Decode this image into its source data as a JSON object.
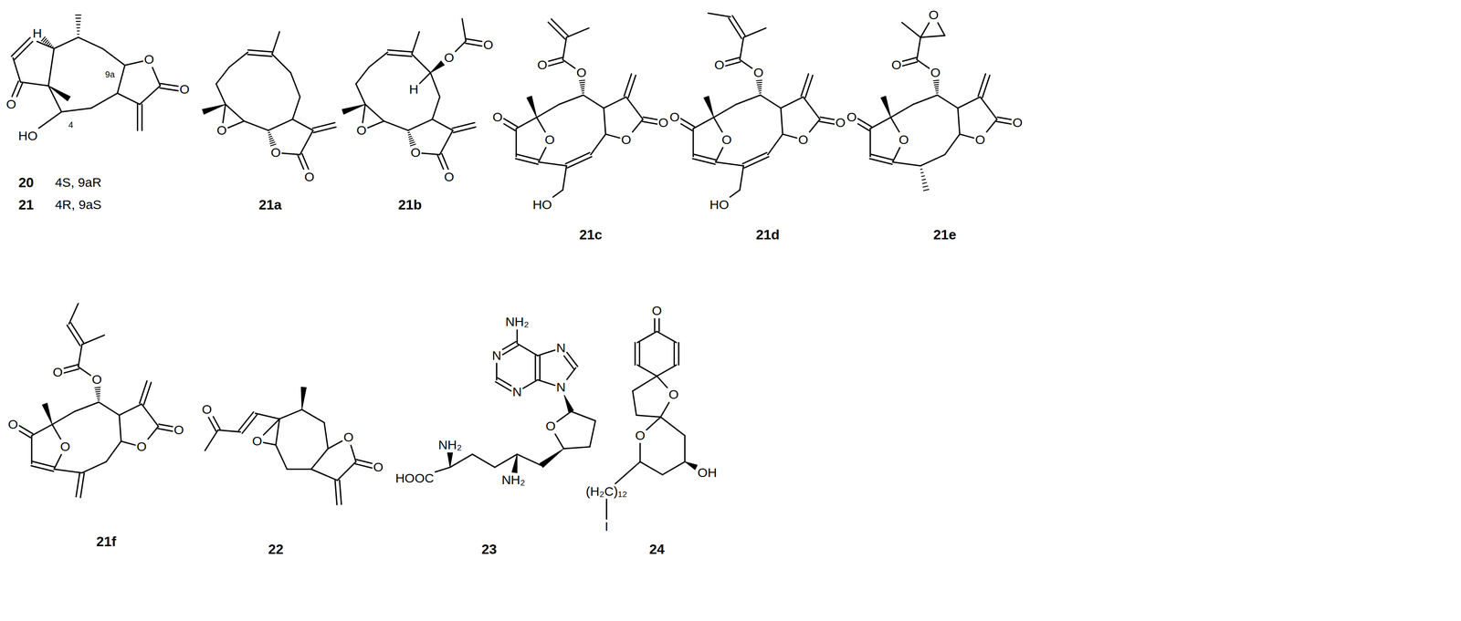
{
  "diagram": {
    "labels": [
      "H",
      "O",
      "HO",
      "4",
      "9a",
      "O",
      "O",
      "20",
      "4S, 9aR",
      "21",
      "4R, 9aS",
      "O",
      "O",
      "O",
      "21a",
      "H",
      "O",
      "O",
      "O",
      "O",
      "O",
      "21b",
      "O",
      "O",
      "O",
      "O",
      "O",
      "O",
      "HO",
      "21c",
      "O",
      "O",
      "O",
      "O",
      "O",
      "O",
      "HO",
      "21d",
      "O",
      "O",
      "O",
      "O",
      "O",
      "O",
      "O",
      "21e",
      "O",
      "O",
      "O",
      "O",
      "O",
      "O",
      "21f",
      "O",
      "O",
      "O",
      "O",
      "22",
      "NH₂",
      "N",
      "N",
      "N",
      "N",
      "O",
      "NH₂",
      "NH₂",
      "HOOC",
      "23",
      "O",
      "O",
      "O",
      "OH",
      "(H₂C)₁₂",
      "I",
      "24"
    ]
  }
}
